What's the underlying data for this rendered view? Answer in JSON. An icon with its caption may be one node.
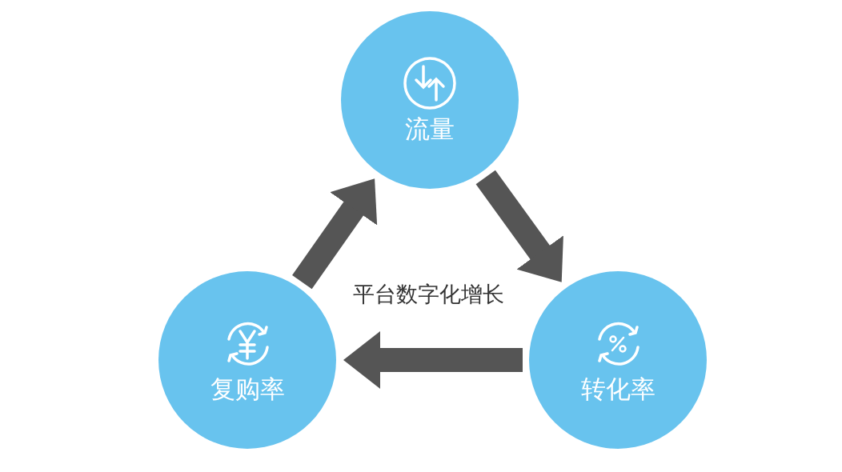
{
  "diagram": {
    "nodes": [
      {
        "text": [
          "流量"
        ]
      },
      {
        "text": [
          "转化率"
        ]
      },
      {
        "text": [
          "复购率"
        ]
      }
    ],
    "edges": [
      {
        "from": 0,
        "to": 1,
        "arrow": "to"
      },
      {
        "from": 1,
        "to": 2,
        "arrow": "to"
      },
      {
        "from": 2,
        "to": 0,
        "arrow": "to"
      }
    ],
    "labels": [
      "平台数字化增长"
    ]
  }
}
